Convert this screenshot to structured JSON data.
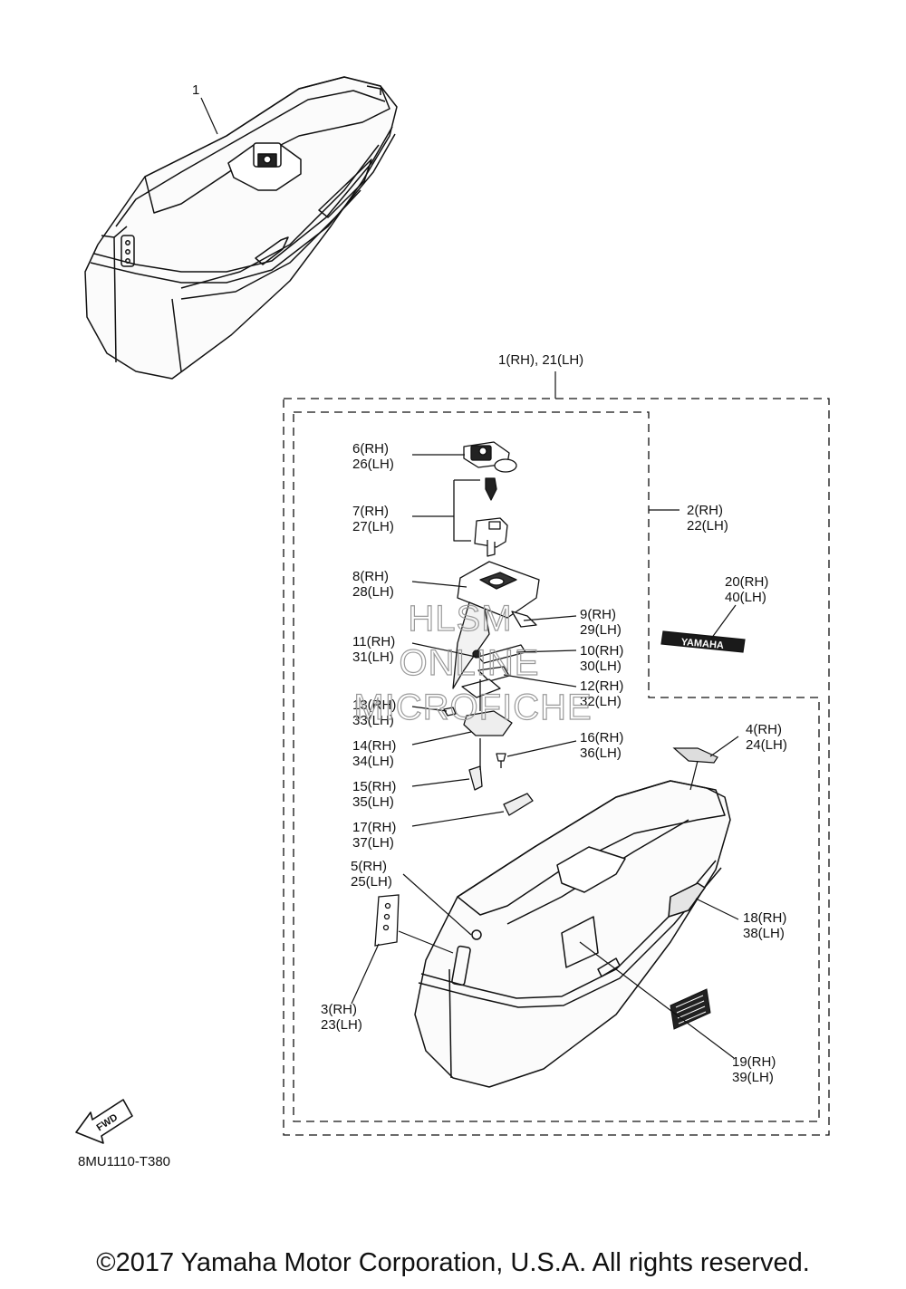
{
  "diagram": {
    "callouts": [
      {
        "id": "1",
        "lines": [
          "1"
        ]
      },
      {
        "id": "1-21",
        "lines": [
          "1(RH), 21(LH)"
        ]
      },
      {
        "id": "2-22",
        "lines": [
          "2(RH)",
          "22(LH)"
        ]
      },
      {
        "id": "6-26",
        "lines": [
          "6(RH)",
          "26(LH)"
        ]
      },
      {
        "id": "7-27",
        "lines": [
          "7(RH)",
          "27(LH)"
        ]
      },
      {
        "id": "8-28",
        "lines": [
          "8(RH)",
          "28(LH)"
        ]
      },
      {
        "id": "9-29",
        "lines": [
          "9(RH)",
          "29(LH)"
        ]
      },
      {
        "id": "10-30",
        "lines": [
          "10(RH)",
          "30(LH)"
        ]
      },
      {
        "id": "11-31",
        "lines": [
          "11(RH)",
          "31(LH)"
        ]
      },
      {
        "id": "12-32",
        "lines": [
          "12(RH)",
          "32(LH)"
        ]
      },
      {
        "id": "13-33",
        "lines": [
          "13(RH)",
          "33(LH)"
        ]
      },
      {
        "id": "14-34",
        "lines": [
          "14(RH)",
          "34(LH)"
        ]
      },
      {
        "id": "15-35",
        "lines": [
          "15(RH)",
          "35(LH)"
        ]
      },
      {
        "id": "16-36",
        "lines": [
          "16(RH)",
          "36(LH)"
        ]
      },
      {
        "id": "17-37",
        "lines": [
          "17(RH)",
          "37(LH)"
        ]
      },
      {
        "id": "4-24",
        "lines": [
          "4(RH)",
          "24(LH)"
        ]
      },
      {
        "id": "5-25",
        "lines": [
          "5(RH)",
          "25(LH)"
        ]
      },
      {
        "id": "18-38",
        "lines": [
          "18(RH)",
          "38(LH)"
        ]
      },
      {
        "id": "3-23",
        "lines": [
          "3(RH)",
          "23(LH)"
        ]
      },
      {
        "id": "19-39",
        "lines": [
          "19(RH)",
          "39(LH)"
        ]
      },
      {
        "id": "20-40",
        "lines": [
          "20(RH)",
          "40(LH)"
        ]
      }
    ],
    "emblem_text": "YAMAHA",
    "fwd_text": "FWD",
    "figure_code": "8MU1110-T380",
    "watermark": [
      "HLSM",
      "ONLINE",
      "MICROFICHE"
    ]
  },
  "footer": {
    "copyright": "©2017 Yamaha Motor Corporation, U.S.A. All rights reserved."
  }
}
